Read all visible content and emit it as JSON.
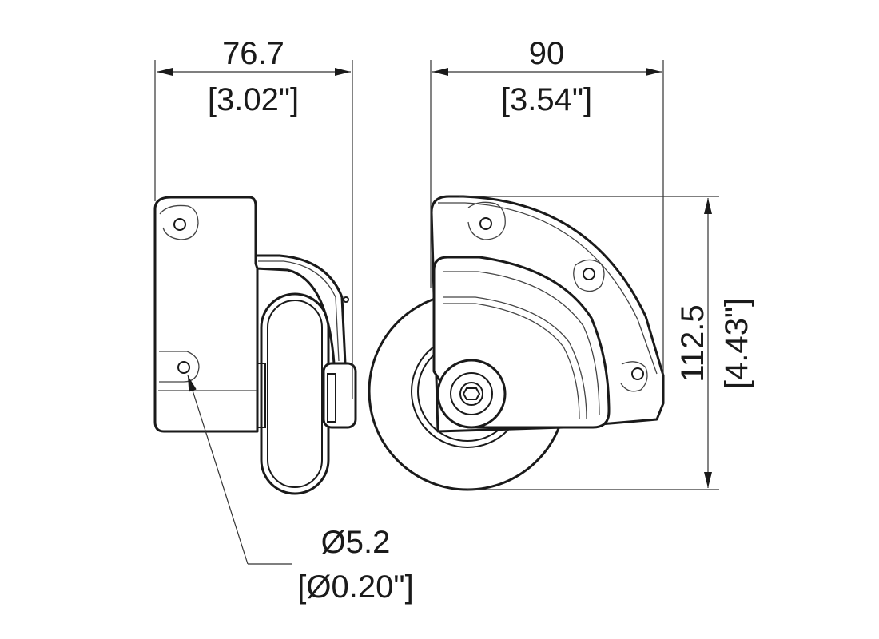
{
  "dimensions": {
    "side_width": {
      "metric": "76.7",
      "imperial": "[3.02\"]"
    },
    "front_width": {
      "metric": "90",
      "imperial": "[3.54\"]"
    },
    "front_height": {
      "metric": "112.5",
      "imperial": "[4.43\"]"
    },
    "hole_diameter": {
      "metric": "Ø5.2",
      "imperial": "[Ø0.20\"]"
    }
  },
  "colors": {
    "line": "#1a1a1a",
    "background": "#ffffff"
  }
}
